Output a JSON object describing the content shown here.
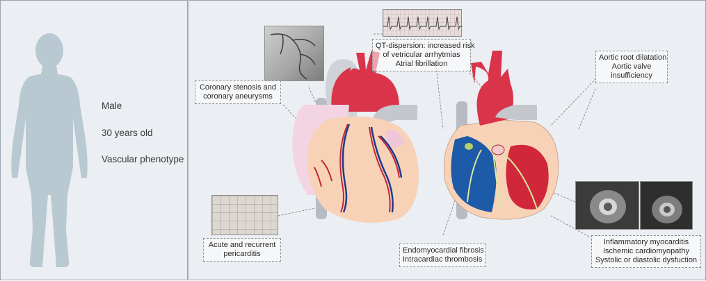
{
  "patient": {
    "sex": "Male",
    "age": "30 years old",
    "phenotype": "Vascular phenotype"
  },
  "callouts": {
    "coronary": [
      "Coronary stenosis and",
      "coronary aneurysms"
    ],
    "qt": [
      "QT-dispersion: increased risk",
      "of vetricular arrhytmias",
      "Atrial fibrillation"
    ],
    "aortic": [
      "Aortic root dilatation",
      "Aortic valve",
      "insufficiency"
    ],
    "pericarditis": [
      "Acute and recurrent",
      "pericarditis"
    ],
    "endo": [
      "Endomyocardial fibrosis",
      "Intracardiac thrombosis"
    ],
    "myocard": [
      "Inflammatory myocarditis",
      "Ischemic cardiomyopathy",
      "Systolic or diastolic dysfuction"
    ]
  },
  "colors": {
    "panel_bg": "#ebeef2",
    "silhouette": "#b9c9d2",
    "heart_skin": "#f8d2b7",
    "aorta_red": "#d9344a",
    "vessel_gray": "#b8bcc2",
    "chamber_blue": "#1d5aa8",
    "chamber_red": "#d0283a"
  }
}
